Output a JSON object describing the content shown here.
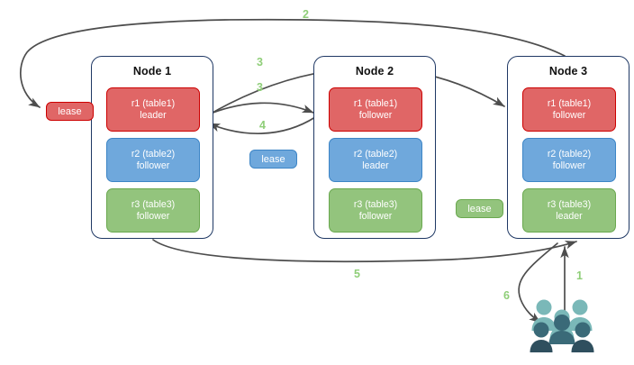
{
  "diagram": {
    "title": "distributed-leaseholder-raft-diagram",
    "palette": {
      "replica_red_fill": "#e06666",
      "replica_red_border": "#cc0000",
      "replica_blue_fill": "#6fa8dc",
      "replica_blue_border": "#3d85c6",
      "replica_green_fill": "#93c47d",
      "replica_green_border": "#6aa84f",
      "node_border": "#1f3864",
      "edge_color": "#4d4d4d",
      "step_label_color": "#8fce78",
      "people_light": "#7ab8b8",
      "people_dark": "#3a6a78",
      "people_darkest": "#2f4f5e"
    },
    "nodes": [
      {
        "title": "Node 1",
        "replicas": [
          {
            "name": "r1 (table1)",
            "role": "leader",
            "color": "red"
          },
          {
            "name": "r2 (table2)",
            "role": "follower",
            "color": "blue"
          },
          {
            "name": "r3 (table3)",
            "role": "follower",
            "color": "green"
          }
        ]
      },
      {
        "title": "Node 2",
        "replicas": [
          {
            "name": "r1 (table1)",
            "role": "follower",
            "color": "red"
          },
          {
            "name": "r2 (table2)",
            "role": "leader",
            "color": "blue"
          },
          {
            "name": "r3 (table3)",
            "role": "follower",
            "color": "green"
          }
        ]
      },
      {
        "title": "Node 3",
        "replicas": [
          {
            "name": "r1 (table1)",
            "role": "follower",
            "color": "red"
          },
          {
            "name": "r2 (table2)",
            "role": "follower",
            "color": "blue"
          },
          {
            "name": "r3 (table3)",
            "role": "leader",
            "color": "green"
          }
        ]
      }
    ],
    "leases": [
      {
        "label": "lease",
        "color": "red",
        "for_range": "r1 (table1)"
      },
      {
        "label": "lease",
        "color": "blue",
        "for_range": "r2 (table2)"
      },
      {
        "label": "lease",
        "color": "green",
        "for_range": "r3 (table3)"
      }
    ],
    "steps": [
      {
        "label": "1",
        "description": "client request to Node 3"
      },
      {
        "label": "2",
        "description": "Node 3 to r1 lease"
      },
      {
        "label": "3",
        "description": "Node 1 r1 leader to Node 3 r1"
      },
      {
        "label": "3",
        "description": "Node 1 r1 leader to Node 2 r1"
      },
      {
        "label": "4",
        "description": "Node 2 r1 back to Node 1 r1 leader"
      },
      {
        "label": "5",
        "description": "Node 1 back to Node 3"
      },
      {
        "label": "6",
        "description": "Node 3 response to client"
      }
    ],
    "client": {
      "name": "clients",
      "figure_count": 5
    }
  }
}
